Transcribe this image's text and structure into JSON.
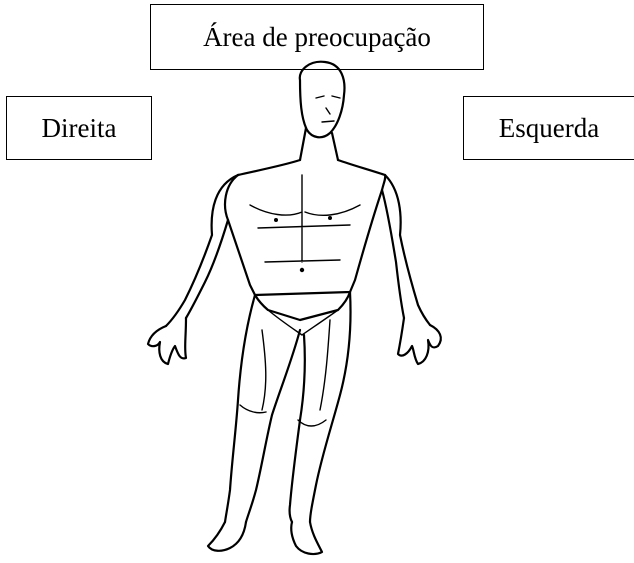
{
  "labels": {
    "top": "Área de preocupação",
    "left": "Direita",
    "right": "Esquerda"
  },
  "figure": {
    "icon": "human-body-front-icon",
    "line_color": "#000000"
  }
}
